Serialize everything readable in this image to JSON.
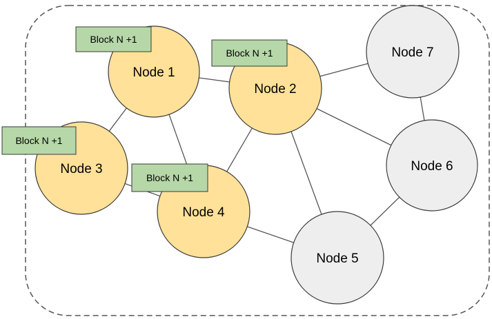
{
  "colors": {
    "active_node_fill": "#ffe199",
    "idle_node_fill": "#eeeeee",
    "node_stroke": "#3a3a3a",
    "edge": "#555555",
    "badge_fill": "#b6d7a8",
    "badge_stroke": "#3a3a3a",
    "boundary": "#555555"
  },
  "nodes": [
    {
      "id": "n1",
      "label": "Node 1",
      "state": "active"
    },
    {
      "id": "n2",
      "label": "Node 2",
      "state": "active"
    },
    {
      "id": "n3",
      "label": "Node 3",
      "state": "active"
    },
    {
      "id": "n4",
      "label": "Node 4",
      "state": "active"
    },
    {
      "id": "n5",
      "label": "Node 5",
      "state": "idle"
    },
    {
      "id": "n6",
      "label": "Node 6",
      "state": "idle"
    },
    {
      "id": "n7",
      "label": "Node 7",
      "state": "idle"
    }
  ],
  "edges": [
    {
      "from": "n1",
      "to": "n2"
    },
    {
      "from": "n1",
      "to": "n3"
    },
    {
      "from": "n1",
      "to": "n4"
    },
    {
      "from": "n3",
      "to": "n4"
    },
    {
      "from": "n2",
      "to": "n4"
    },
    {
      "from": "n2",
      "to": "n7"
    },
    {
      "from": "n2",
      "to": "n6"
    },
    {
      "from": "n2",
      "to": "n5"
    },
    {
      "from": "n4",
      "to": "n5"
    },
    {
      "from": "n5",
      "to": "n6"
    },
    {
      "from": "n6",
      "to": "n7"
    }
  ],
  "badges": [
    {
      "node": "n1",
      "label": "Block N +1"
    },
    {
      "node": "n2",
      "label": "Block N +1"
    },
    {
      "node": "n3",
      "label": "Block N +1"
    },
    {
      "node": "n4",
      "label": "Block N +1"
    }
  ]
}
